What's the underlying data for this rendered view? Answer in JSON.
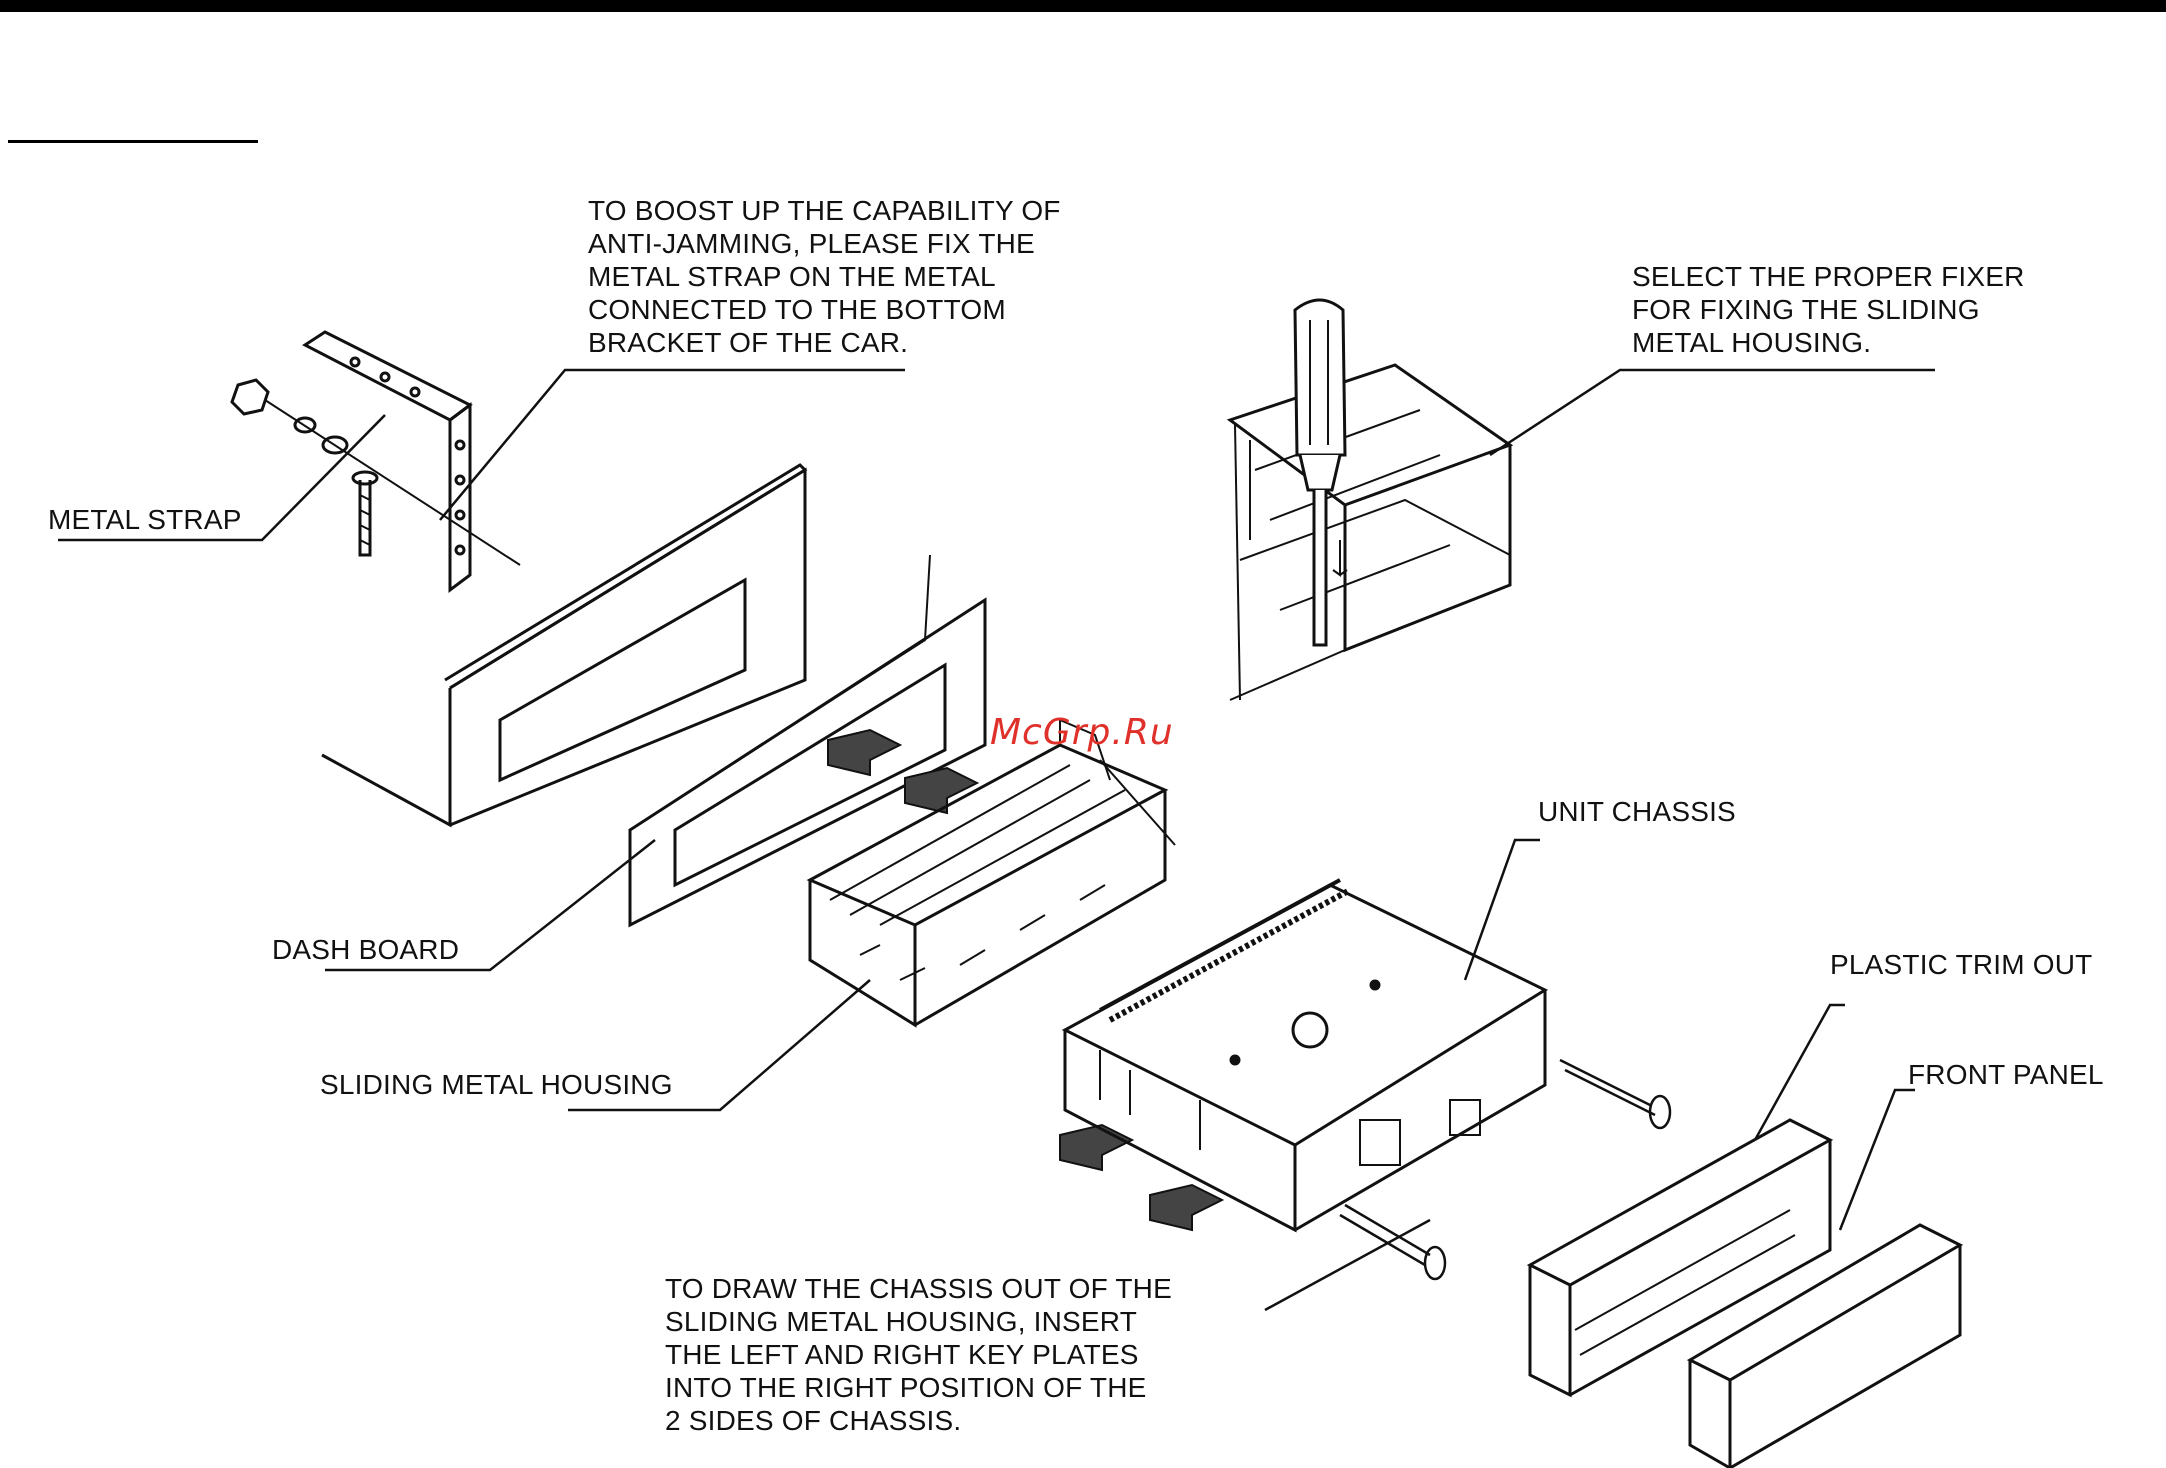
{
  "callouts": {
    "anti_jamming_note": "TO BOOST UP THE CAPABILITY OF\nANTI-JAMMING, PLEASE FIX THE\nMETAL STRAP ON THE METAL\nCONNECTED TO THE BOTTOM\nBRACKET OF THE CAR.",
    "fixer_note": "SELECT THE PROPER FIXER\nFOR FIXING THE SLIDING\nMETAL HOUSING.",
    "metal_strap": "METAL STRAP",
    "dash_board": "DASH BOARD",
    "sliding_metal_housing": "SLIDING METAL HOUSING",
    "unit_chassis": "UNIT CHASSIS",
    "plastic_trim_out": "PLASTIC TRIM OUT",
    "front_panel": "FRONT PANEL",
    "draw_chassis_note": "TO DRAW THE CHASSIS OUT OF THE\nSLIDING METAL HOUSING, INSERT\nTHE LEFT AND RIGHT KEY PLATES\nINTO THE RIGHT POSITION OF THE\n2 SIDES OF CHASSIS."
  },
  "watermark": "McGrp.Ru",
  "colors": {
    "ink": "#111111",
    "watermark": "#e0302a"
  }
}
